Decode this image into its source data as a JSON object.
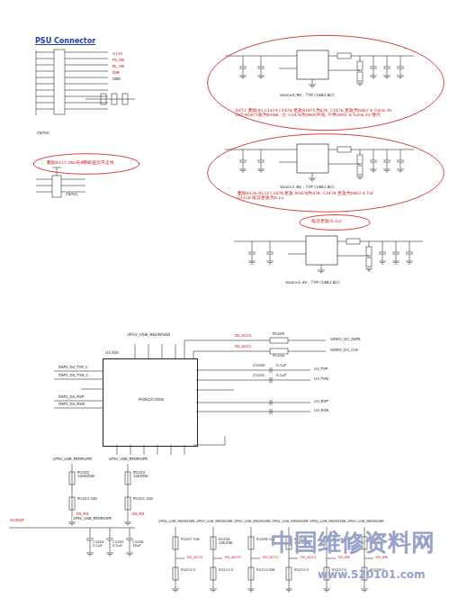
{
  "diagram": {
    "nodes": [
      {
        "text": [
          "删除R127 DNL与8脚邮道信号走线"
        ]
      },
      {
        "text": [
          "EVT2: 删除R1,C1474,C1476 更改R1875为47K, C1476 更改为0402 4.7uF/6.3V",
          "DVT:R1875改为8.06K, 注: C1476为0805封装, 可用0402 4.7uF/6.3V 替代"
        ]
      },
      {
        "text": [
          "删除R126 R123 C1478,更改 R1878为47K, C1478 更改为0402 4.7uF",
          "C1118 电容更改为0.1u"
        ]
      },
      {
        "text": [
          "电容更改(0.1u)"
        ]
      },
      {
        "text": [
          "PI3EQX1004"
        ]
      }
    ],
    "labels": [
      "PSU Connector",
      "+12V",
      "PS_ON",
      "BL_ON",
      "DIM",
      "GND",
      "CN700",
      "CN701",
      "Vout=0.9V ; TYP (1482,B2)",
      "Vout=1.8V ; TYP (1482,B2)",
      "Vout=3.3V ; TYP (1482,B2)",
      "2P5V_USB_REDRIVER",
      "U1200",
      "DSP2_D0_TXP_C",
      "DSP2_D0_TXN_C",
      "DSP2_D0_RXP",
      "DSP2_D0_RXN",
      "C1200",
      "0.1uF",
      "C1201",
      "0.1uF",
      "U3_TXP",
      "U3_TXN",
      "U3_RXP",
      "U3_RXN",
      "DS_ACC0",
      "R1205",
      "VIDEO_I2C_DATA",
      "DS_ACC1",
      "R1206",
      "VIDEO_I2C_CLK",
      "2P5V_USB_REDRIVER",
      "R1202 100K/DNI",
      "R1203 100",
      "2P5V_USB_REDRIVER",
      "R1204 10K/DNI",
      "R1201 100",
      "DS_EN",
      "DS_EN",
      "3V3DSF",
      "2P5V_USB_REDRIVER",
      "C1204 0.1uF",
      "C1205 0.1uF",
      "C1206 10uF",
      "2P5V_USB_REDRIVER",
      "2P5V_USB_REDRIVER",
      "2P5V_USB_REDRIVER",
      "2P5V_USB_REDRIVER",
      "2P5V_USB_REDRIVER",
      "2P5V_USB_REDRIVER",
      "R1207 10K",
      "R1208 10K/DNI",
      "R1209 10K",
      "R1210 10K/DNI",
      "R1216 10K",
      "R1218 10K/DNI",
      "DS_ACC0",
      "DS_ACC0",
      "DS_ACC1",
      "DS_ACC1",
      "DS_EN",
      "DS_EN",
      "R1212 0",
      "R1213 0",
      "R1214 DNI",
      "R1215 0",
      "R1217 0",
      "R1219 0",
      "中国维修资料网",
      "www.520101.com"
    ]
  }
}
